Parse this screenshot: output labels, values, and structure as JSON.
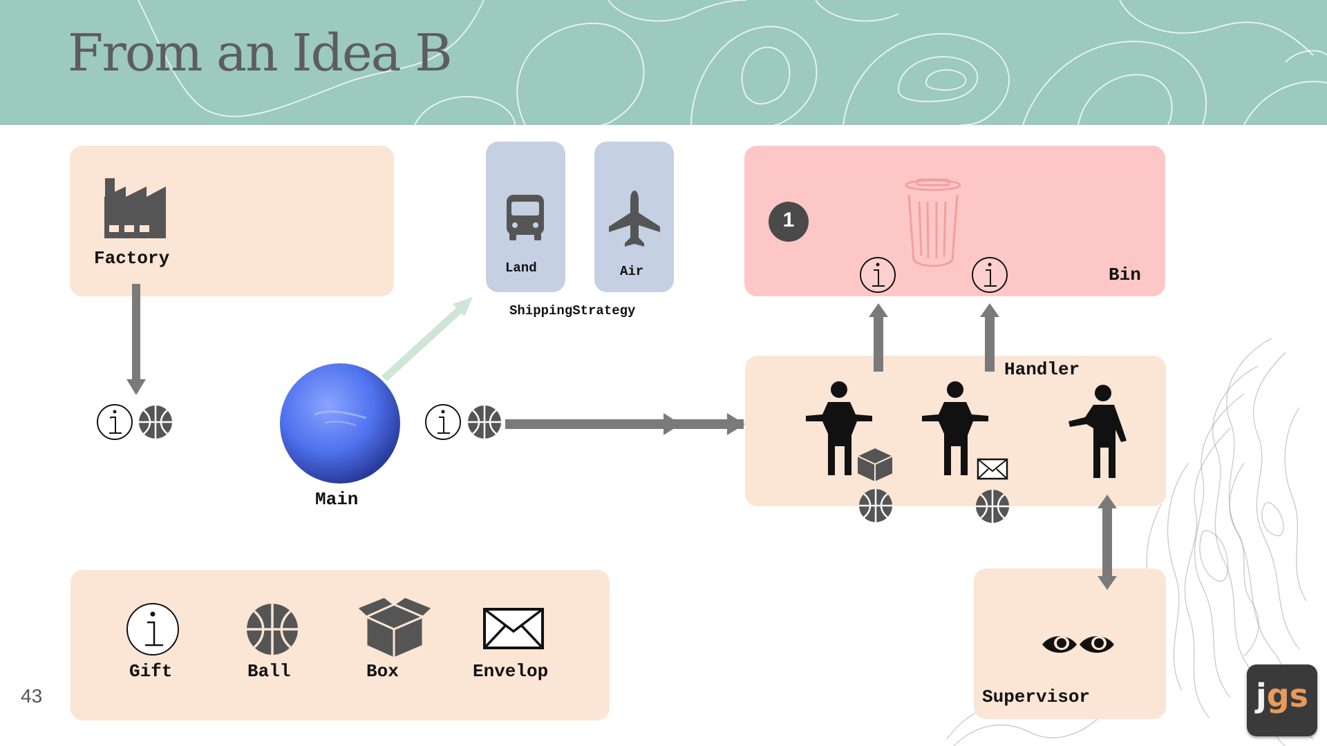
{
  "slide": {
    "title": "From an Idea B",
    "page_number": "43",
    "logo": {
      "j": "j",
      "gs": "gs"
    }
  },
  "colors": {
    "header": "#9ccabd",
    "panel_peach": "#fbe5d5",
    "panel_pink": "#fdc7c7",
    "panel_blue": "#c5d0e2",
    "arrow_gray": "#7a7a7a",
    "arrow_green": "#cfe5d5"
  },
  "nodes": {
    "factory": "Factory",
    "main": "Main",
    "shipping_strategy": "ShippingStrategy",
    "land": "Land",
    "air": "Air",
    "bin": "Bin",
    "bin_badge": "1",
    "handler": "Handler",
    "supervisor": "Supervisor"
  },
  "legend": {
    "items": [
      {
        "label": "Gift",
        "icon": "gift-info-icon"
      },
      {
        "label": "Ball",
        "icon": "basketball-icon"
      },
      {
        "label": "Box",
        "icon": "box-icon"
      },
      {
        "label": "Envelop",
        "icon": "envelope-icon"
      }
    ]
  }
}
